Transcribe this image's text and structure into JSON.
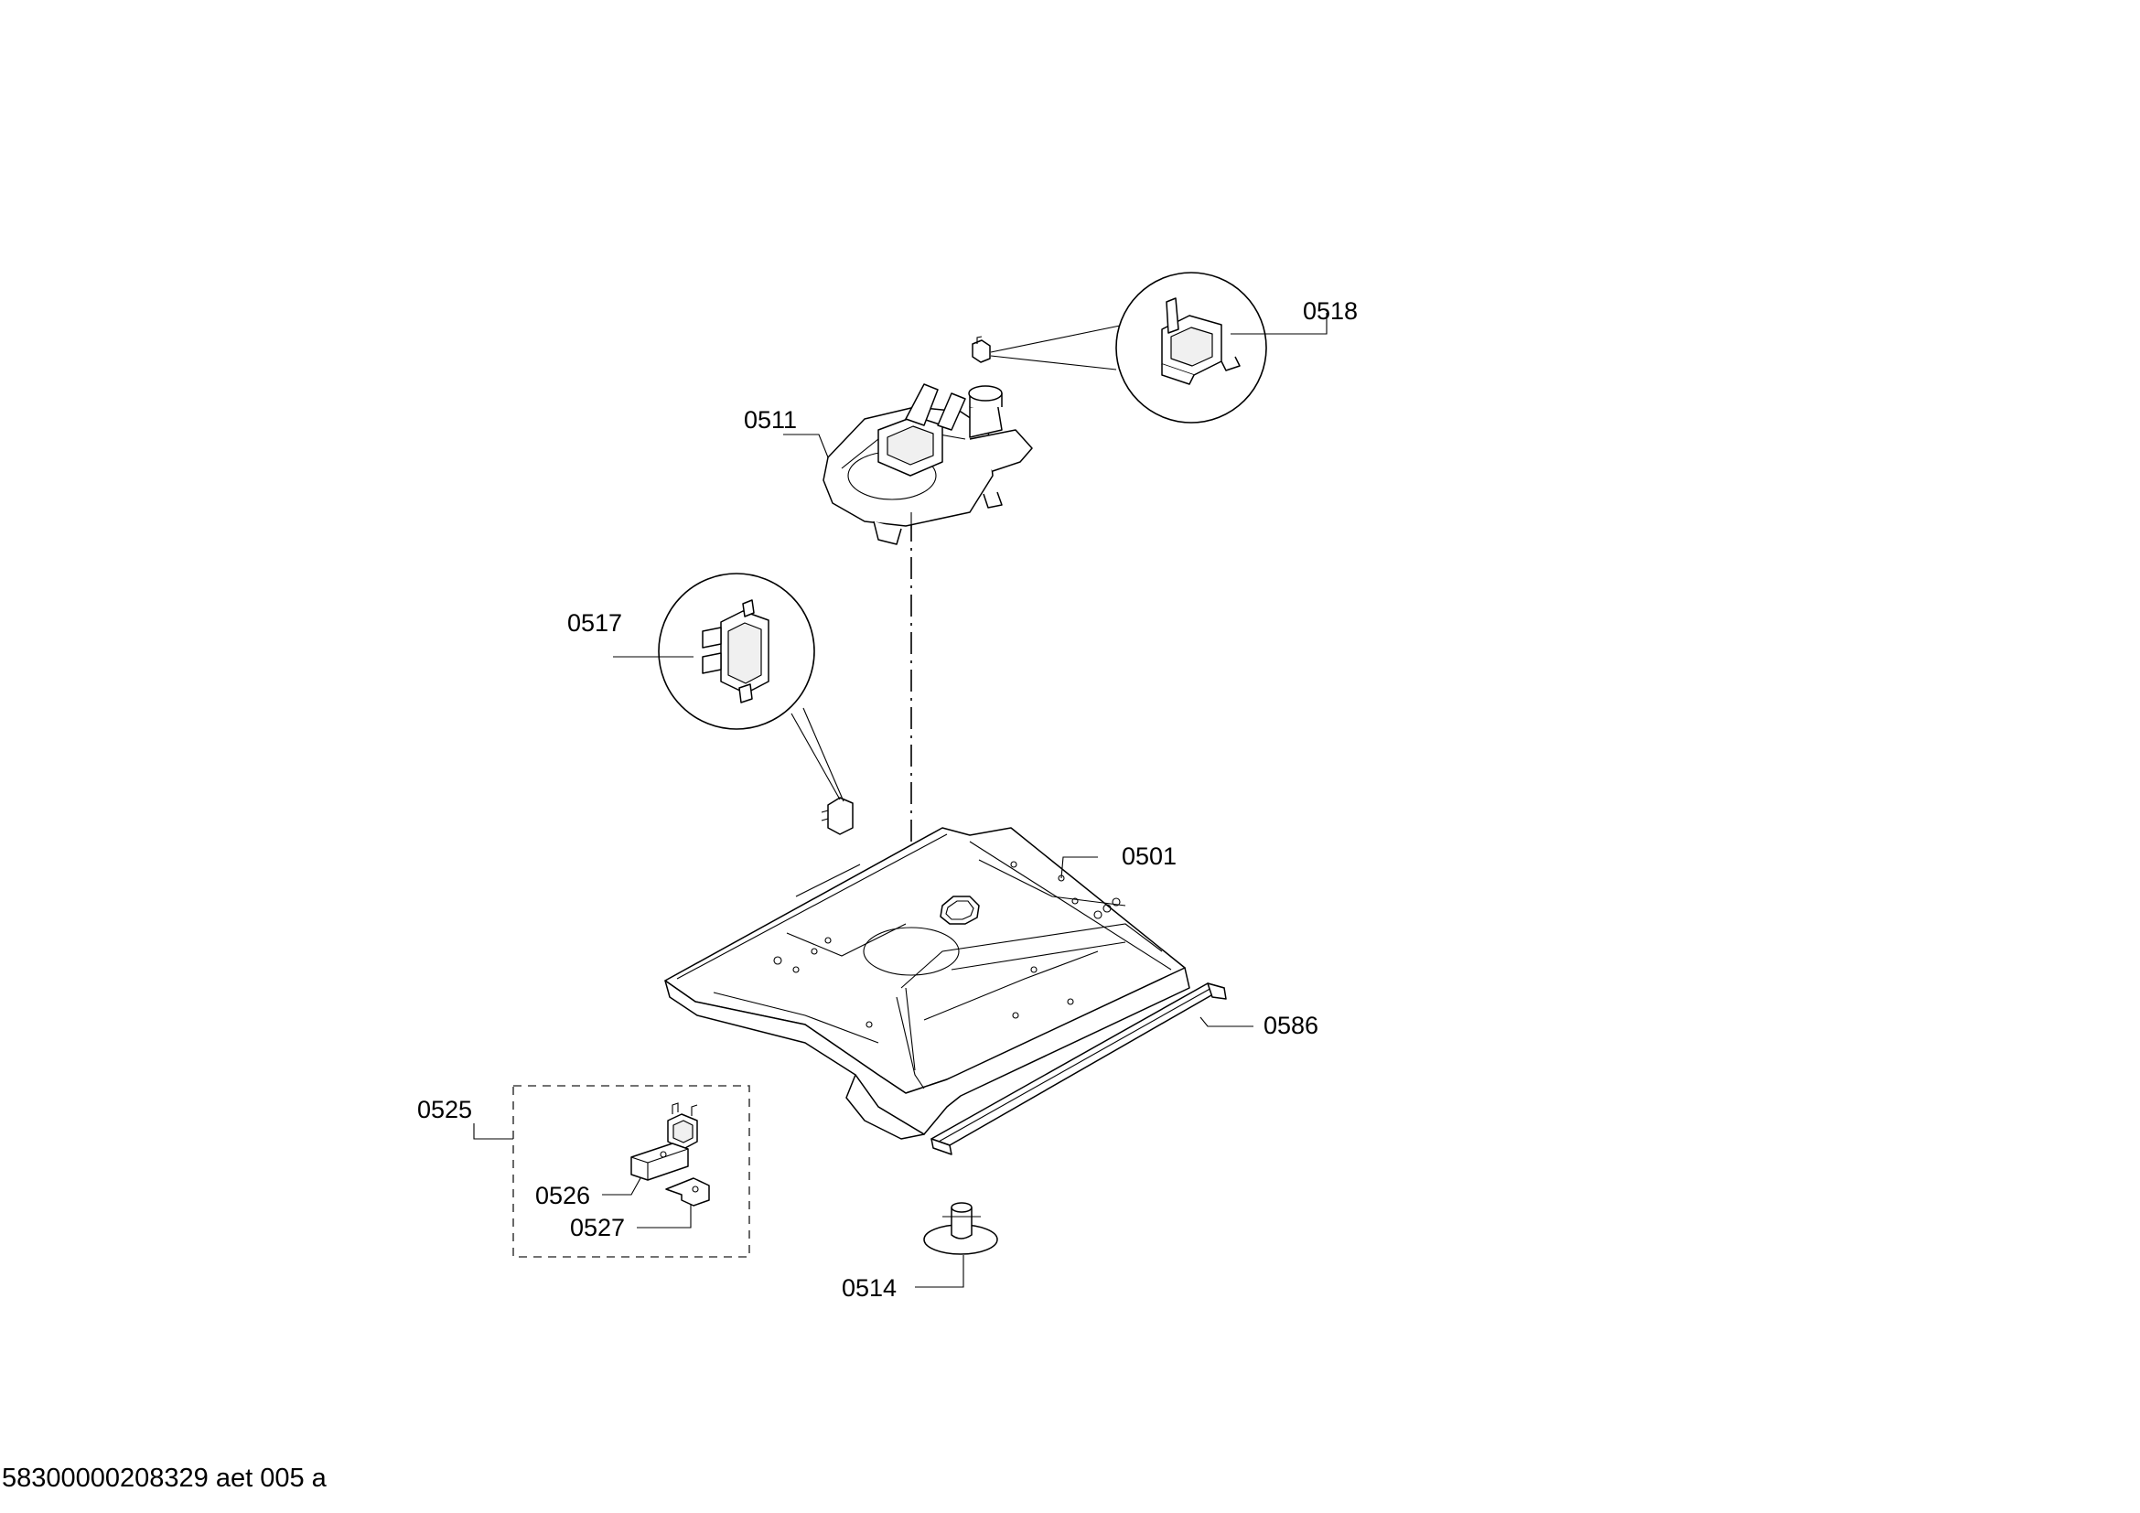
{
  "diagram": {
    "labels": {
      "p0511": "0511",
      "p0518": "0518",
      "p0517": "0517",
      "p0501": "0501",
      "p0586": "0586",
      "p0525": "0525",
      "p0526": "0526",
      "p0527": "0527",
      "p0514": "0514"
    },
    "document_id": "58300000208329 aet 005 a"
  }
}
